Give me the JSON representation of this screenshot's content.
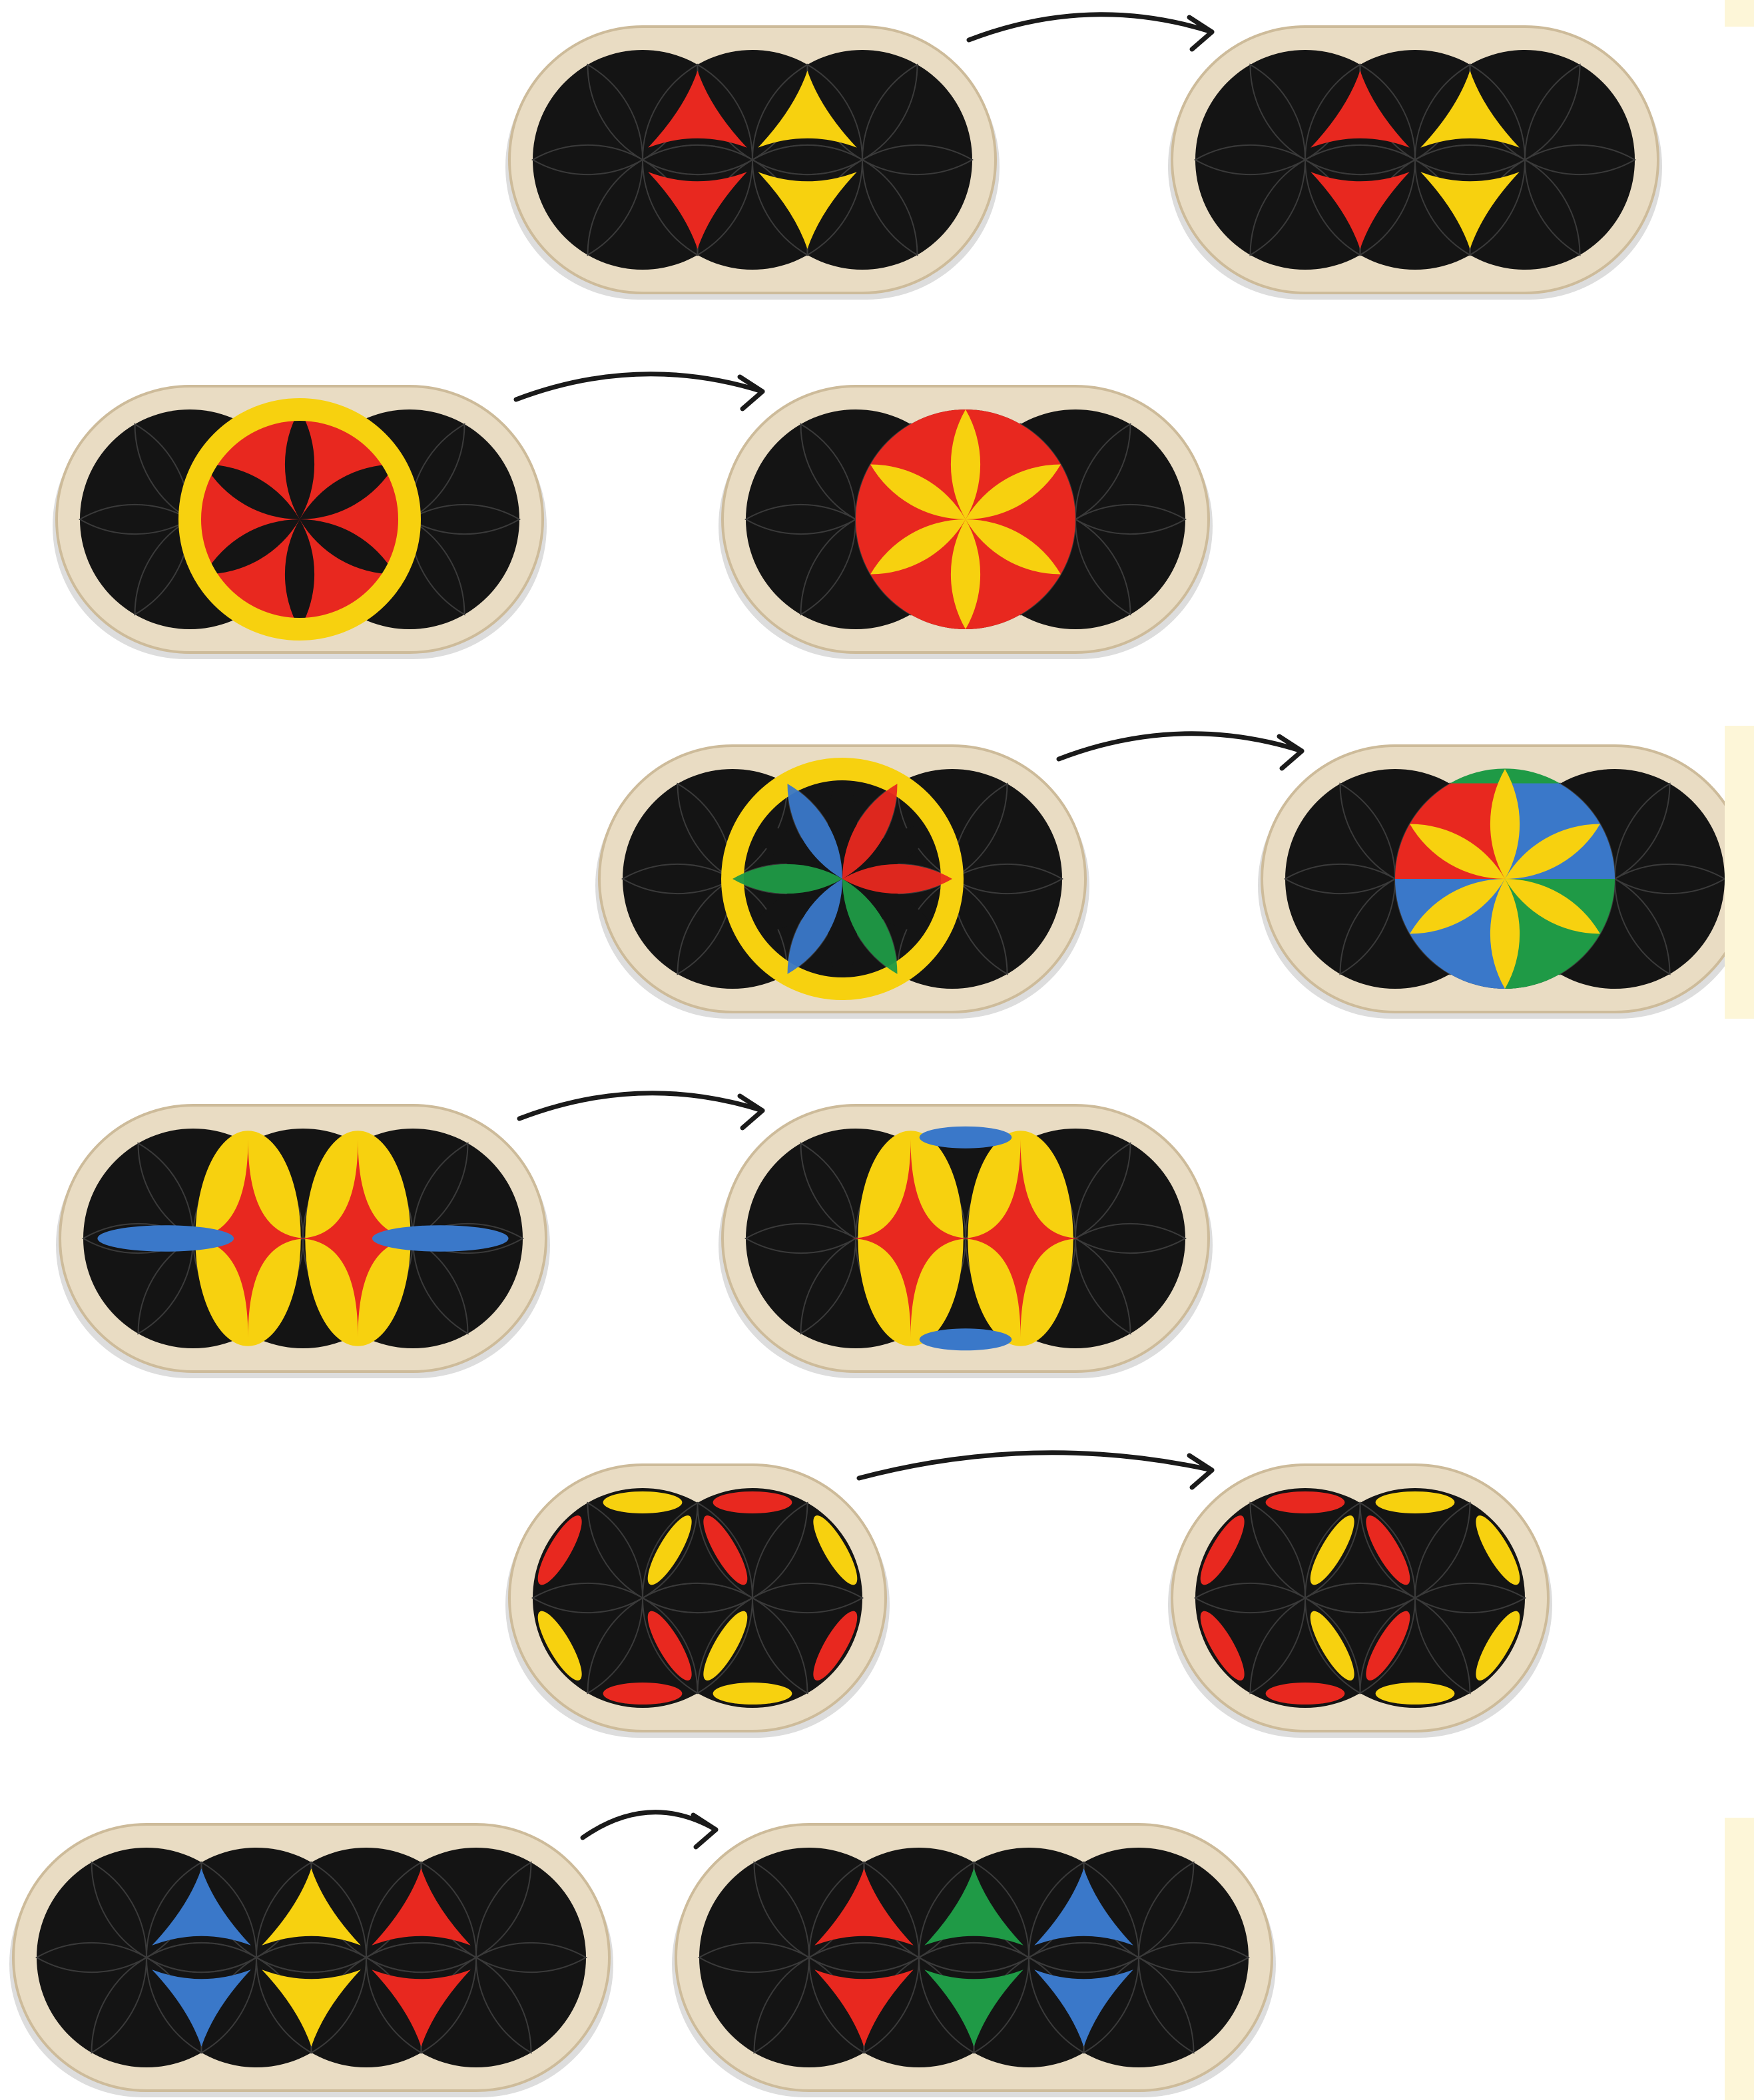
{
  "colors": {
    "background": "#ffffff",
    "frame": "#e9dcc3",
    "frame_edge": "#cdbb9a",
    "board": "#141414",
    "seam": "#3a3a3a",
    "arrow": "#1a1a1a",
    "red": "#e8281f",
    "yellow": "#f7d10f",
    "blue": "#3a78c9",
    "green": "#1f9a46",
    "side_strip": "#fdf6d8"
  },
  "puzzles": [
    {
      "name": "pair-1-tricorn-triangles",
      "circles": 3,
      "before": {
        "pattern": "cross-triangles",
        "fills": [
          "red",
          "yellow",
          "blue"
        ]
      },
      "after": {
        "pattern": "vertical-triangles",
        "fills": [
          "red",
          "yellow",
          "blue"
        ]
      }
    },
    {
      "name": "pair-2-flower",
      "circles": 3,
      "before": {
        "pattern": "flower-outlined",
        "fills": [
          "red",
          "yellow"
        ]
      },
      "after": {
        "pattern": "flower-star",
        "fills": [
          "red",
          "yellow"
        ]
      }
    },
    {
      "name": "pair-3-four-color-flower",
      "circles": 3,
      "before": {
        "pattern": "pinwheel",
        "fills": [
          "red",
          "green",
          "blue",
          "yellow"
        ]
      },
      "after": {
        "pattern": "four-color-flower",
        "fills": [
          "red",
          "green",
          "blue",
          "yellow"
        ]
      }
    },
    {
      "name": "pair-4-diamonds",
      "circles": 3,
      "before": {
        "pattern": "double-diamond-side-lenses",
        "fills": [
          "red",
          "yellow",
          "blue"
        ]
      },
      "after": {
        "pattern": "double-diamond-top-lenses",
        "fills": [
          "red",
          "yellow",
          "blue"
        ]
      }
    },
    {
      "name": "pair-5-hexagons",
      "circles": 2,
      "before": {
        "pattern": "mixed-hexagons",
        "fills": [
          "red",
          "yellow"
        ]
      },
      "after": {
        "pattern": "sorted-hexagons",
        "fills": [
          "red",
          "yellow"
        ]
      }
    },
    {
      "name": "pair-6-four-circle-triangles",
      "circles": 4,
      "before": {
        "pattern": "shifted-triangles",
        "fills": [
          "blue",
          "yellow",
          "red",
          "green"
        ]
      },
      "after": {
        "pattern": "aligned-triangles",
        "fills": [
          "red",
          "green",
          "blue",
          "yellow"
        ]
      }
    }
  ]
}
